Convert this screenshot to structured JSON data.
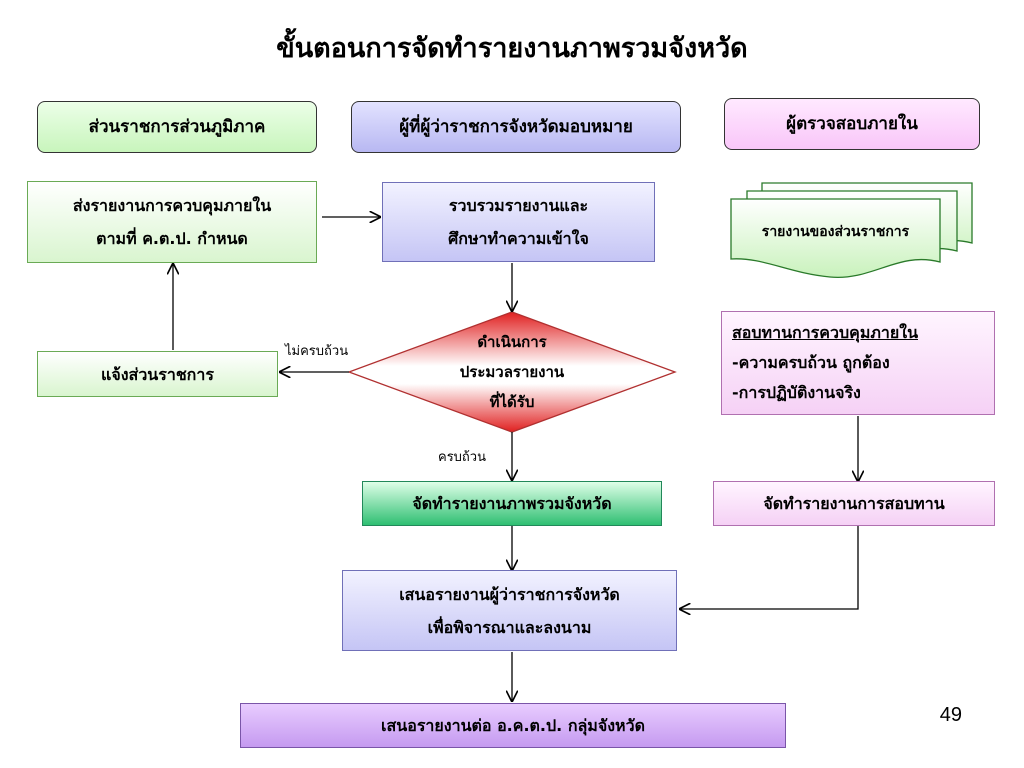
{
  "title": "ขั้นตอนการจัดทำรายงานภาพรวมจังหวัด",
  "headers": {
    "regional": "ส่วนราชการส่วนภูมิภาค",
    "governor_assigned": "ผู้ที่ผู้ว่าราชการจังหวัดมอบหมาย",
    "internal_auditor": "ผู้ตรวจสอบภายใน"
  },
  "boxes": {
    "send_report": [
      "ส่งรายงานการควบคุมภายใน",
      "ตามที่ ค.ต.ป. กำหนด"
    ],
    "collect_study": [
      "รวบรวมรายงานและ",
      "ศึกษาทำความเข้าใจ"
    ],
    "agency_reports": "รายงานของส่วนราชการ",
    "notify_agency": "แจ้งส่วนราชการ",
    "process_reports": [
      "ดำเนินการ",
      "ประมวลรายงาน",
      "ที่ได้รับ"
    ],
    "review_control": {
      "heading": "สอบทานการควบคุมภายใน",
      "items": [
        "-ความครบถ้วน ถูกต้อง",
        "-การปฏิบัติงานจริง"
      ]
    },
    "make_overview": "จัดทำรายงานภาพรวมจังหวัด",
    "make_review_report": "จัดทำรายงานการสอบทาน",
    "present_governor": [
      "เสนอรายงานผู้ว่าราชการจังหวัด",
      "เพื่อพิจารณาและลงนาม"
    ],
    "present_kotopo": "เสนอรายงานต่อ อ.ค.ต.ป. กลุ่มจังหวัด"
  },
  "labels": {
    "incomplete": "ไม่ครบถ้วน",
    "complete": "ครบถ้วน"
  },
  "page_number": "49",
  "colors": {
    "decision_top": "#ffffff",
    "decision_bottom": "#e02222",
    "arrow": "#000000"
  }
}
